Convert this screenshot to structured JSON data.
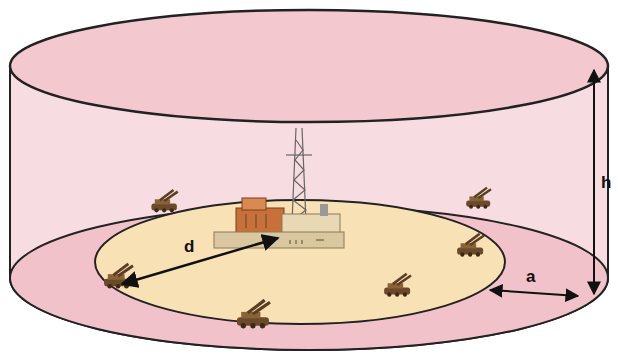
{
  "diagram": {
    "labels": [
      "d",
      "a",
      "h"
    ]
  }
}
